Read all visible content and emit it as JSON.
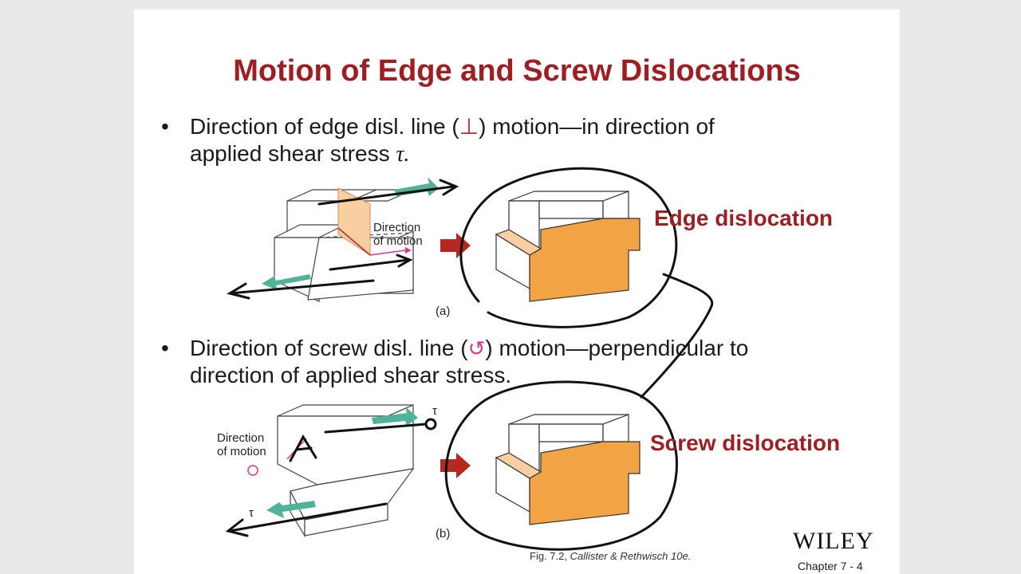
{
  "slide": {
    "title": "Motion of Edge and Screw Dislocations",
    "bullet_marker": "•",
    "bullets": [
      {
        "line1_pre": "Direction of edge disl. line (",
        "line1_symbol": "⊥",
        "line1_post": ") motion—in direction of",
        "line2_pre": "applied shear stress ",
        "line2_tau": "τ."
      },
      {
        "line1_pre": "Direction of screw disl. line (",
        "line1_symbol": "↺",
        "line1_post": ") motion—perpendicular to",
        "line2": "direction of applied shear stress."
      }
    ],
    "edge_label": "Edge dislocation",
    "screw_label": "Screw dislocation",
    "diagram_a": {
      "direction_line1": "Direction",
      "direction_line2": "of motion",
      "caption": "(a)"
    },
    "diagram_b": {
      "direction_line1": "Direction",
      "direction_line2": "of motion",
      "tau_top": "τ",
      "tau_bottom": "τ",
      "caption": "(b)"
    },
    "figure_caption_pre": "Fig. 7.2, ",
    "figure_caption_italic": "Callister & Rethwisch 10e.",
    "publisher": "WILEY",
    "chapter": "Chapter 7 -   4"
  },
  "colors": {
    "title_red": "#a01d21",
    "teal_arrow": "#4fb39a",
    "orange_block": "#f2a445",
    "light_orange": "#f8cfa0",
    "arrow_red": "#b5271f",
    "pink": "#e0338a"
  }
}
